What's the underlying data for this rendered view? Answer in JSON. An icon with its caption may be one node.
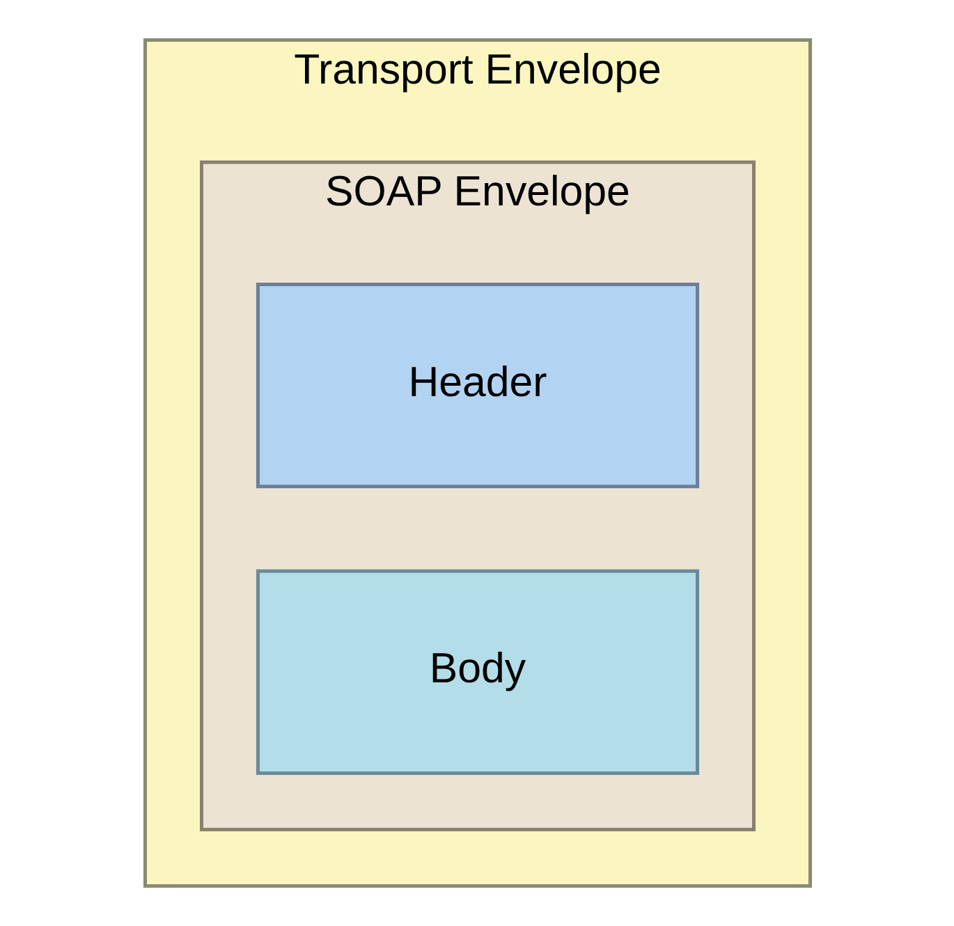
{
  "diagram": {
    "nodes": [
      {
        "text": [
          "Transport Envelope"
        ]
      },
      {
        "text": [
          "SOAP Envelope"
        ],
        "in": 0
      },
      {
        "text": [
          "Header"
        ],
        "in": 1
      },
      {
        "text": [
          "Body"
        ],
        "in": 1
      }
    ]
  }
}
